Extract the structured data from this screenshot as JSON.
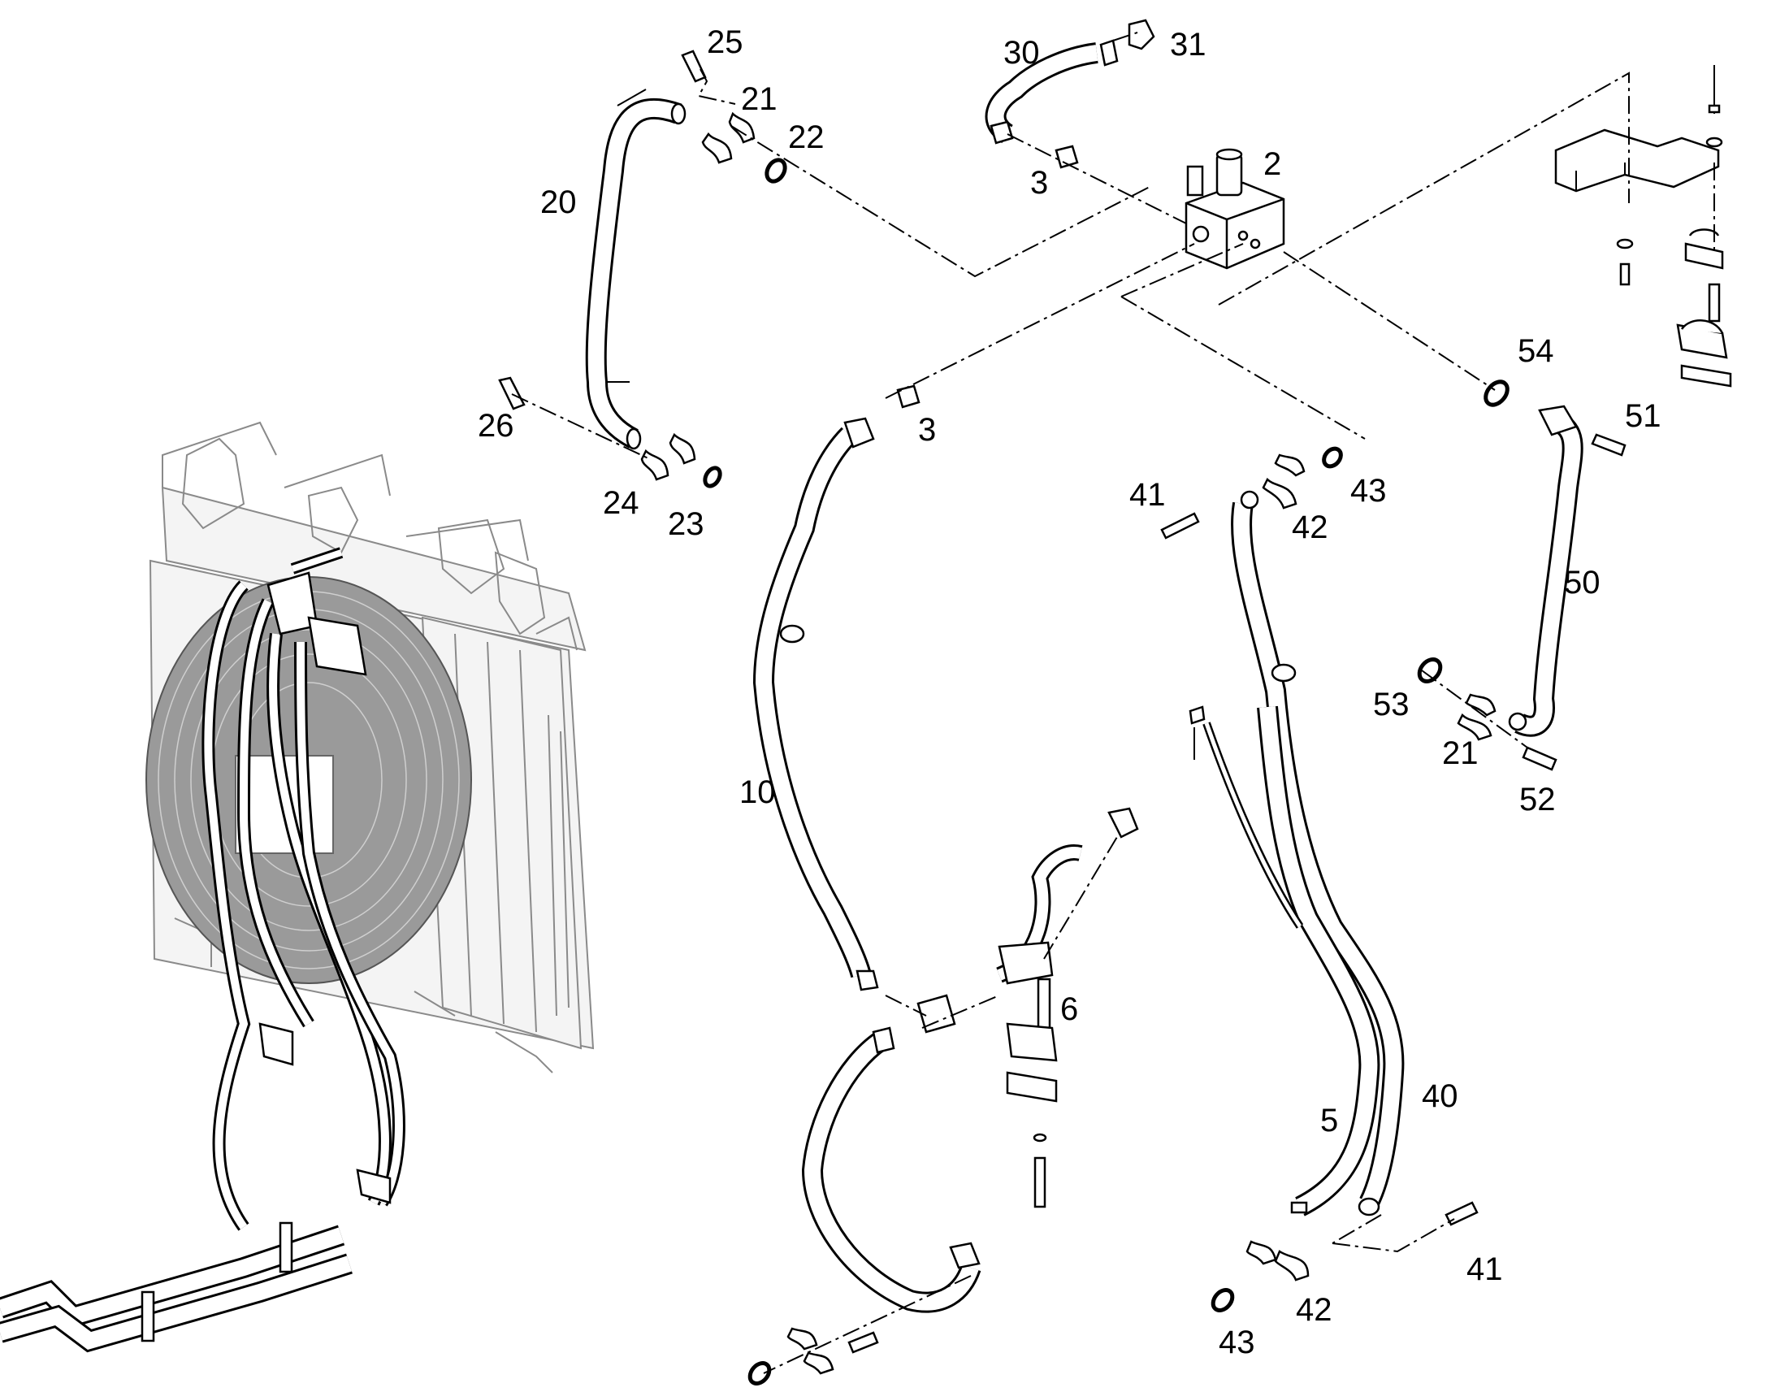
{
  "diagram": {
    "callouts": [
      "25",
      "21",
      "22",
      "20",
      "30",
      "31",
      "3",
      "2",
      "26",
      "24",
      "23",
      "3",
      "54",
      "51",
      "41",
      "43",
      "42",
      "50",
      "53",
      "21",
      "52",
      "10",
      "6",
      "5",
      "40",
      "41",
      "42",
      "43"
    ]
  }
}
